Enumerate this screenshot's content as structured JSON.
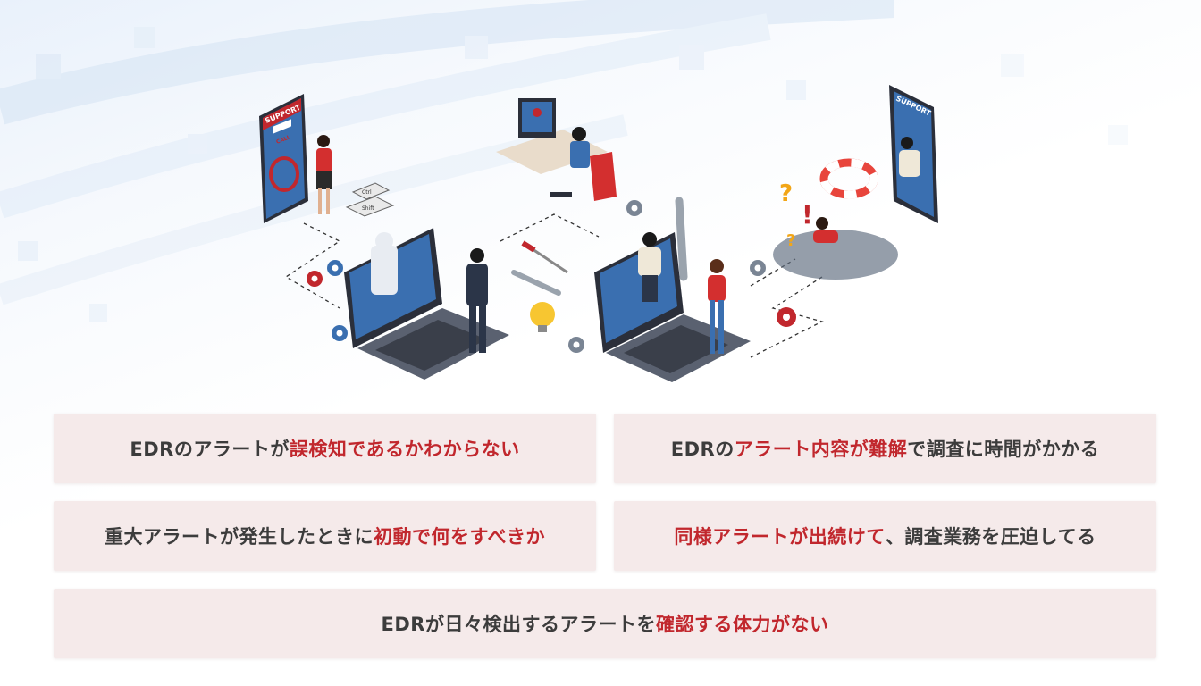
{
  "colors": {
    "card_background": "#f5eaea",
    "text": "#3c3c3c",
    "highlight": "#c1272d",
    "accent_blue": "#3a6fb0"
  },
  "illustration": {
    "phone_left": {
      "header": "SUPPORT",
      "button": "CALL"
    },
    "keys": [
      "Ctrl",
      "Shift"
    ],
    "phone_right": {
      "header": "SUPPORT"
    },
    "icons": [
      "smartphone-icon",
      "keyboard-keys-icon",
      "monitor-icon",
      "laptop-icon",
      "gear-icon",
      "wrench-icon",
      "screwdriver-icon",
      "lightbulb-icon",
      "question-mark-icon",
      "exclamation-icon",
      "lifebuoy-icon"
    ]
  },
  "cards": {
    "c1": {
      "pre": "EDRのアラートが",
      "hl": "誤検知であるかわからない",
      "post": ""
    },
    "c2": {
      "pre": "EDRの",
      "hl": "アラート内容が難解",
      "post": "で調査に時間がかかる"
    },
    "c3": {
      "pre": "重大アラートが発生したときに",
      "hl": "初動で何をすべきか",
      "post": ""
    },
    "c4": {
      "pre": "",
      "hl": "同様アラートが出続けて",
      "post": "、調査業務を圧迫してる"
    },
    "c5": {
      "pre": "EDRが日々検出するアラートを",
      "hl": "確認する体力がない",
      "post": ""
    }
  }
}
